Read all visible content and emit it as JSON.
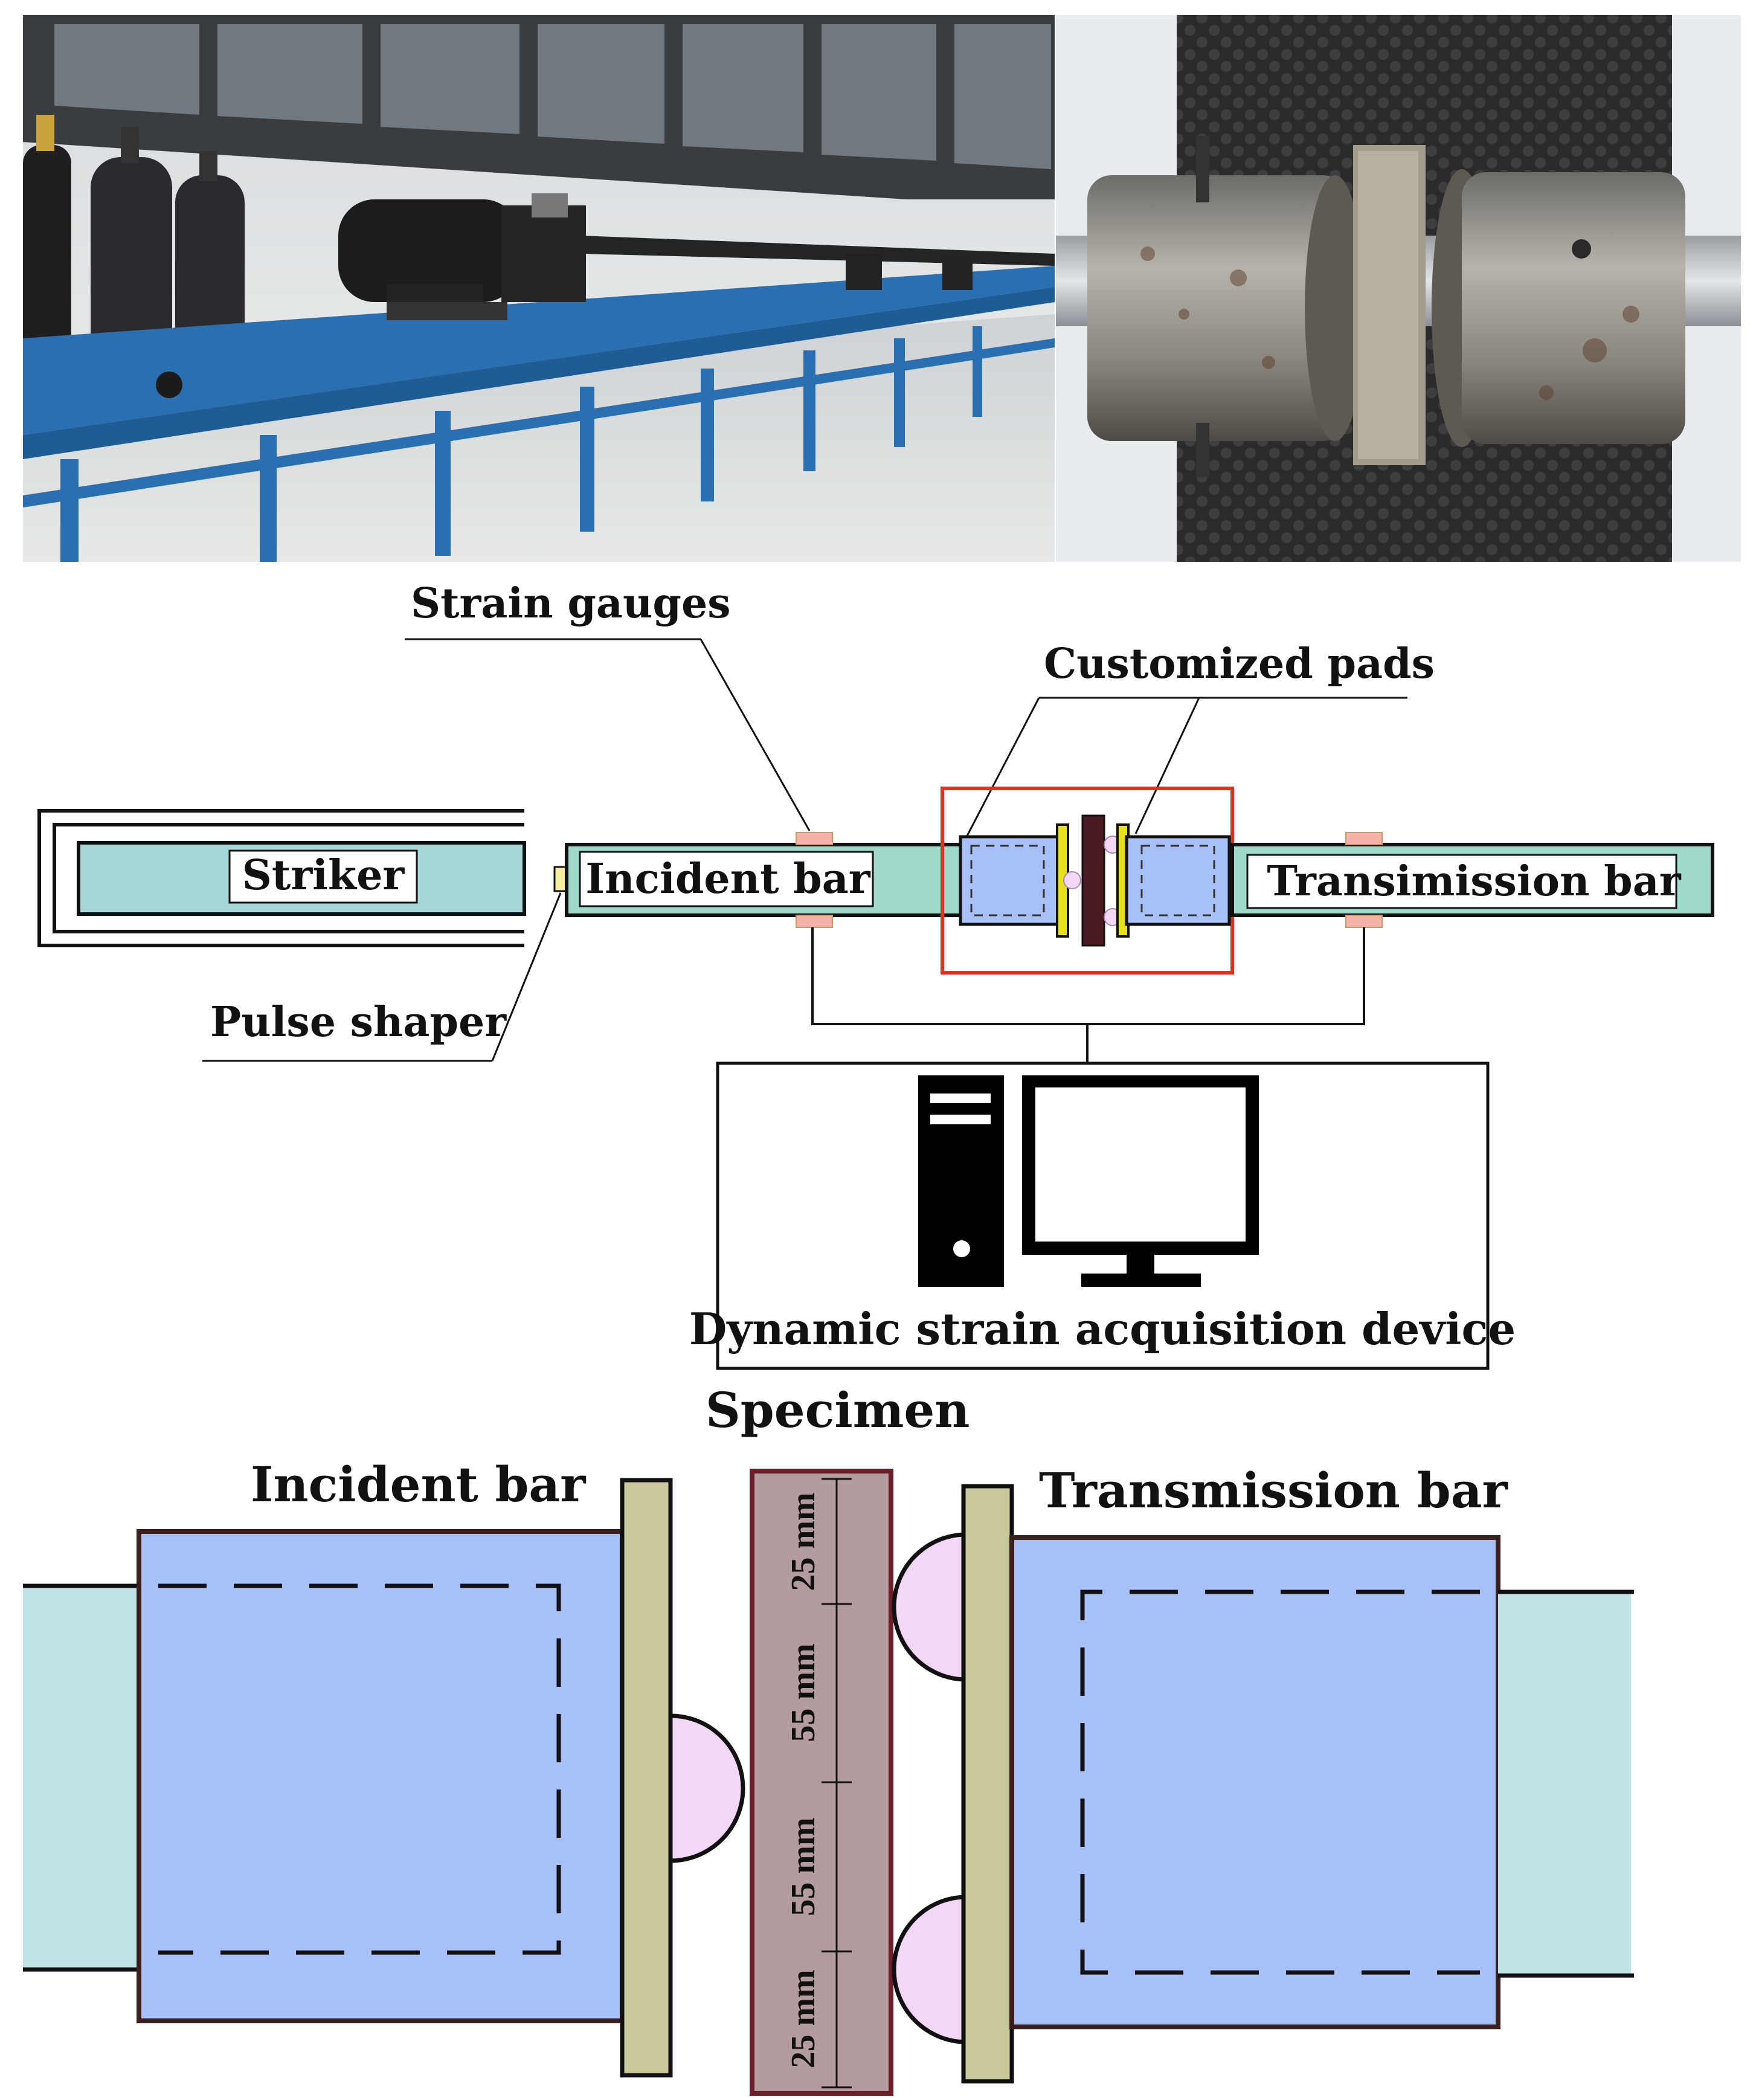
{
  "labels": {
    "strain_gauges": "Strain gauges",
    "customized_pads": "Customized pads",
    "striker": "Striker",
    "incident_bar": "Incident bar",
    "transmission_bar_top": "Transimission bar",
    "pulse_shaper": "Pulse shaper",
    "acquisition_device": "Dynamic strain acquisition device",
    "specimen": "Specimen",
    "incident_bar_detail": "Incident bar",
    "transmission_bar_detail": "Transmission bar"
  },
  "dimensions": {
    "d1": "25 mm",
    "d2": "55 mm",
    "d3": "55 mm",
    "d4": "25 mm"
  },
  "colors": {
    "bar_fill": "#9fd9cc",
    "striker_fill": "#a7d8d8",
    "pad_housing": "#a8c0f8",
    "pad_plate": "#c9c89a",
    "specimen": "#b49ba0",
    "specimen_border": "#6b1f2a",
    "hemisphere": "#f4d6f6",
    "strain_gauge": "#f4b3a8",
    "highlight_box": "#d9351f",
    "yellow_plate": "#e6e020"
  },
  "photos": {
    "left": "shpb-apparatus-photo",
    "right": "specimen-clamp-photo"
  }
}
